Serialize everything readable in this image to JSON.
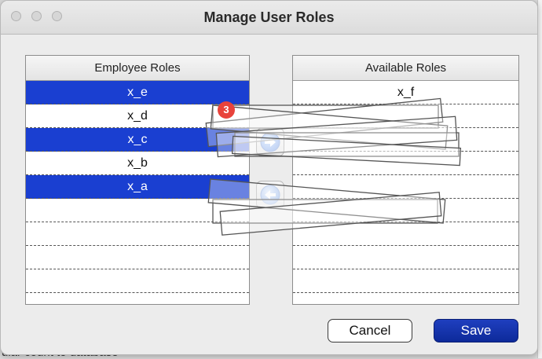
{
  "window": {
    "title": "Manage User Roles"
  },
  "employee_roles": {
    "header": "Employee Roles",
    "rows": [
      {
        "label": "x_e",
        "selected": true
      },
      {
        "label": "x_d",
        "selected": false
      },
      {
        "label": "x_c",
        "selected": true
      },
      {
        "label": "x_b",
        "selected": false
      },
      {
        "label": "x_a",
        "selected": true
      },
      {
        "label": "",
        "selected": false
      },
      {
        "label": "",
        "selected": false
      },
      {
        "label": "",
        "selected": false
      },
      {
        "label": "",
        "selected": false
      }
    ]
  },
  "available_roles": {
    "header": "Available Roles",
    "rows": [
      {
        "label": "x_f",
        "selected": false
      },
      {
        "label": "",
        "selected": false
      },
      {
        "label": "",
        "selected": false
      },
      {
        "label": "",
        "selected": false
      },
      {
        "label": "",
        "selected": false
      },
      {
        "label": "",
        "selected": false
      },
      {
        "label": "",
        "selected": false
      },
      {
        "label": "",
        "selected": false
      },
      {
        "label": "",
        "selected": false
      }
    ]
  },
  "drag": {
    "count_badge": "3"
  },
  "buttons": {
    "cancel": "Cancel",
    "save": "Save"
  },
  "background": {
    "partial_text": "ular count to database"
  },
  "colors": {
    "selection": "#1a3fd1",
    "save_button": "#1a35b0",
    "badge": "#e8433b"
  },
  "icons": {
    "move_right": "right-arrow-icon",
    "move_left": "left-arrow-icon"
  }
}
